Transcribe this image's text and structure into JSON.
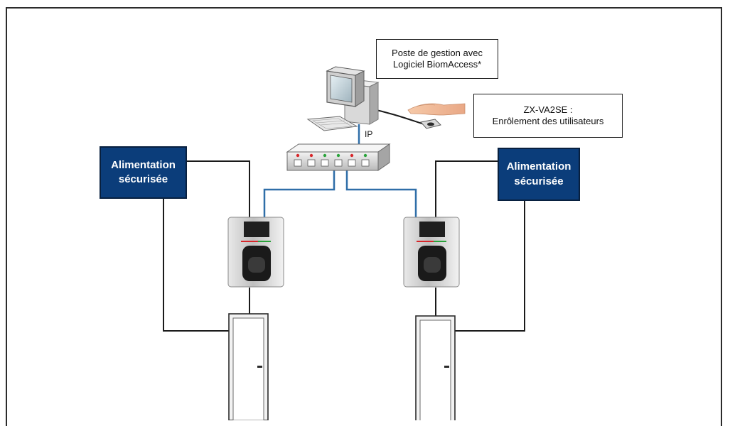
{
  "management": {
    "line1": "Poste de gestion avec",
    "line2": "Logiciel BiomAccess*"
  },
  "enrollment": {
    "line1": "ZX-VA2SE :",
    "line2": "Enrôlement des utilisateurs"
  },
  "network": {
    "ip_label": "IP"
  },
  "power_left": {
    "line1": "Alimentation",
    "line2": "sécurisée"
  },
  "power_right": {
    "line1": "Alimentation",
    "line2": "sécurisée"
  },
  "colors": {
    "power_fill": "#0b3d7a",
    "network_cable": "#2f6ea8",
    "power_cable": "#1a1a1a",
    "switch_led_red": "#d7262a",
    "switch_led_green": "#2aa33a"
  }
}
